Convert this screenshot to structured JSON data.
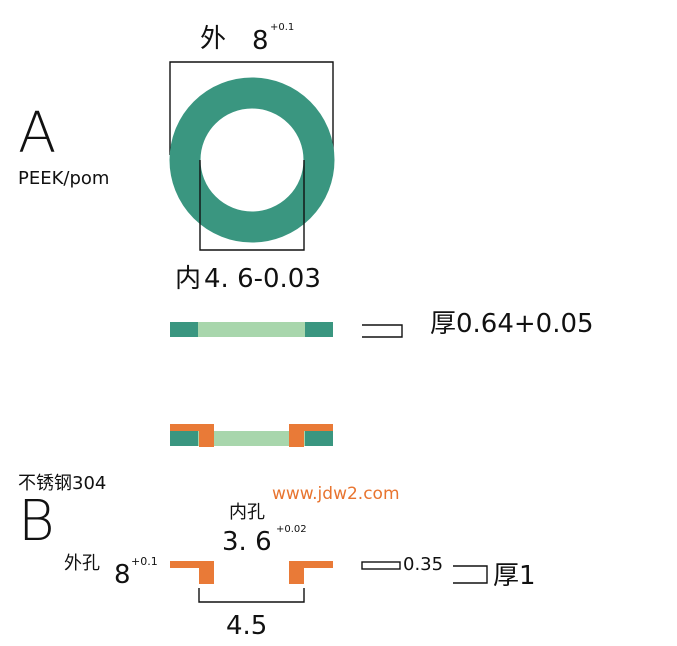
{
  "part_a": {
    "letter": "A",
    "material": "PEEK/pom",
    "outer_label": "外",
    "outer_value": "8",
    "outer_tol": "+0.1",
    "inner_label": "内",
    "inner_value": "4. 6-0.03",
    "thickness": "厚0.64+0.05"
  },
  "part_b": {
    "material": "不锈钢304",
    "letter": "B",
    "url": "www.jdw2.com",
    "inner_hole_label": "内孔",
    "inner_hole_value": "3. 6",
    "inner_hole_tol": "+0.02",
    "outer_hole_label": "外孔",
    "outer_hole_value": "8",
    "outer_hole_tol": "+0.1",
    "flange_thickness": "0.35",
    "thickness": "厚1",
    "span": "4.5"
  },
  "colors": {
    "ring_teal": "#3a9680",
    "insert_light_green": "#a8d6ac",
    "steel_orange": "#e97a37",
    "url_orange": "#e8742f",
    "line": "#111111"
  }
}
